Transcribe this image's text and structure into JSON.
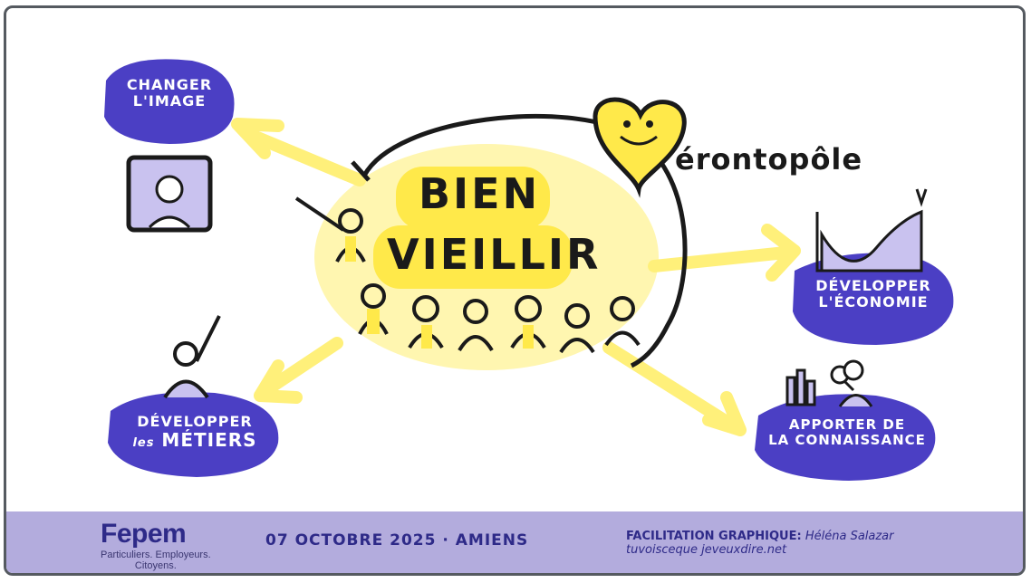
{
  "center": {
    "line1": "BIEN",
    "line2": "VIEILLIR"
  },
  "brand": {
    "gerontopole": "érontopôle"
  },
  "blobs": {
    "changer": {
      "line1": "CHANGER",
      "line2": "L'IMAGE"
    },
    "economie": {
      "line1": "DÉVELOPPER",
      "line2": "L'ÉCONOMIE"
    },
    "metiers": {
      "line1": "DÉVELOPPER",
      "prefix": "les",
      "line2": "MÉTIERS"
    },
    "connaissance": {
      "line1": "APPORTER DE",
      "line2": "LA CONNAISSANCE"
    }
  },
  "footer": {
    "logo_name": "Fepem",
    "logo_tag_line1": "Particuliers. Employeurs.",
    "logo_tag_line2": "Citoyens.",
    "date": "07 OCTOBRE 2025 · AMIENS",
    "credit_label": "FACILITATION GRAPHIQUE:",
    "credit_name": "Héléna Salazar",
    "credit_url": "tuvoisceque jeveuxdire.net"
  },
  "colors": {
    "purple": "#4b3fc4",
    "yellow": "#ffe94a",
    "pale_yellow": "#fff6b0",
    "footer": "#b3acdd"
  }
}
